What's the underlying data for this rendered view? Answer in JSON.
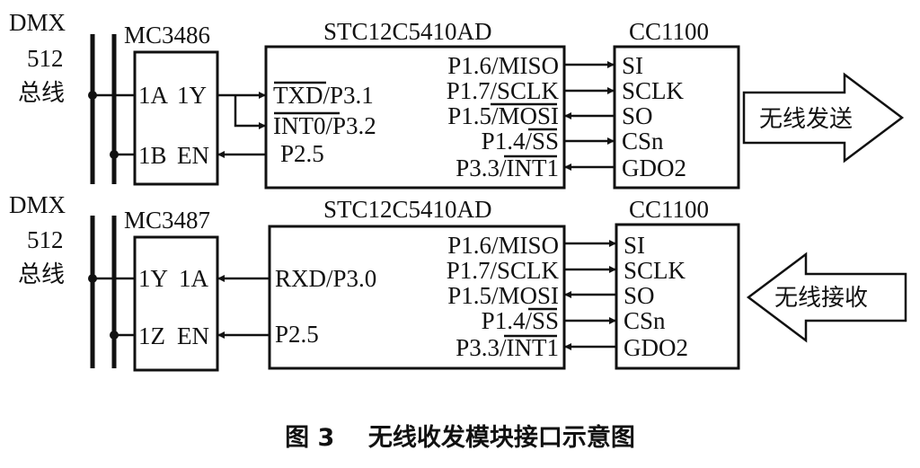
{
  "top": {
    "bus_label": [
      "DMX",
      "512",
      "总线"
    ],
    "transceiver": {
      "name": "MC3486",
      "pin_a": "1A",
      "pin_y": "1Y",
      "pin_b": "1B",
      "pin_en": "EN"
    },
    "mcu": {
      "name": "STC12C5410AD",
      "left_pins": {
        "txd": "TXD",
        "txd_suffix": "/P3.1",
        "int0": "INT0",
        "int0_suffix": "/P3.2",
        "p25": "P2.5"
      },
      "right_pins": {
        "miso": "P1.6/MISO",
        "sclk": "P1.7/SCLK",
        "mosi_prefix": "P1.5/",
        "mosi": "MOSI",
        "ss_prefix": "P1.4/",
        "ss": "SS",
        "int1_prefix": "P3.3/",
        "int1": "INT1"
      }
    },
    "rf": {
      "name": "CC1100",
      "si": "SI",
      "sclk": "SCLK",
      "so": "SO",
      "csn": "CSn",
      "gdo2": "GDO2"
    },
    "arrow_label": "无线发送"
  },
  "bottom": {
    "bus_label": [
      "DMX",
      "512",
      "总线"
    ],
    "transceiver": {
      "name": "MC3487",
      "pin_y": "1Y",
      "pin_a": "1A",
      "pin_z": "1Z",
      "pin_en": "EN"
    },
    "mcu": {
      "name": "STC12C5410AD",
      "left_pins": {
        "rxd": "RXD/P3.0",
        "p25": "P2.5"
      },
      "right_pins": {
        "miso": "P1.6/MISO",
        "sclk": "P1.7/SCLK",
        "mosi": "P1.5/MOSI",
        "ss_prefix": "P1.4/",
        "ss": "SS",
        "int1_prefix": "P3.3/",
        "int1": "INT1"
      }
    },
    "rf": {
      "name": "CC1100",
      "si": "SI",
      "sclk": "SCLK",
      "so": "SO",
      "csn": "CSn",
      "gdo2": "GDO2"
    },
    "arrow_label": "无线接收"
  },
  "caption": "图 3    无线收发模块接口示意图"
}
